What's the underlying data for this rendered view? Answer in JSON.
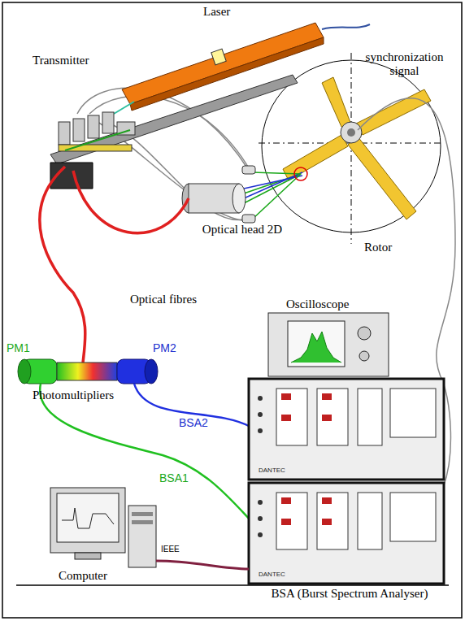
{
  "diagram": {
    "labels": [
      "Laser",
      "Transmitter",
      "synchronization signal",
      "Optical head 2D",
      "Rotor",
      "Optical fibres",
      "Oscilloscope",
      "PM1",
      "PM2",
      "Photomultipliers",
      "BSA2",
      "BSA1",
      "IEEE",
      "Computer",
      "BSA (Burst Spectrum Analyser)",
      "DANTEC",
      "DANTEC"
    ]
  }
}
